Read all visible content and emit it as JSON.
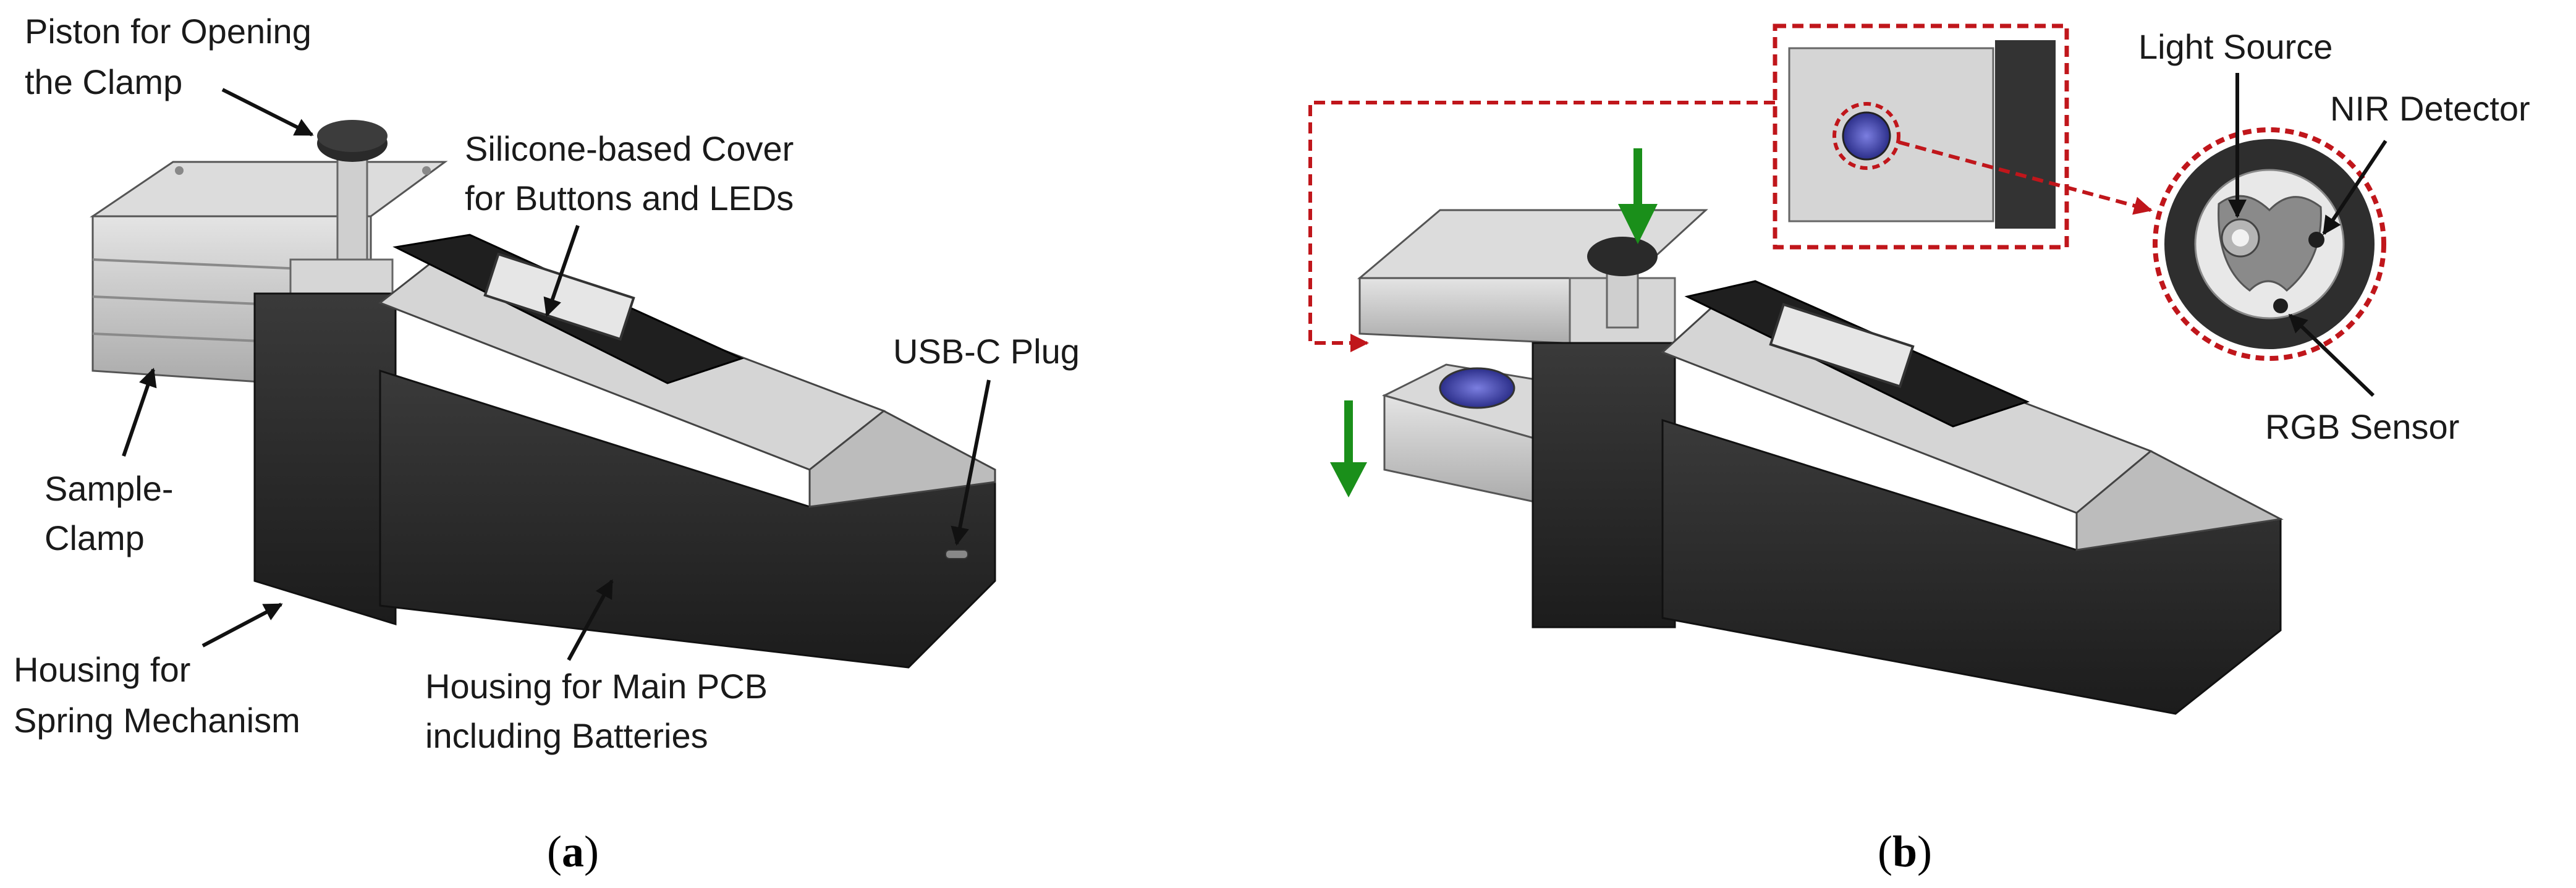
{
  "panel_a": {
    "labels": {
      "piston_line1": "Piston for Opening",
      "piston_line2": "the Clamp",
      "cover_line1": "Silicone-based Cover",
      "cover_line2": "for Buttons and LEDs",
      "usbc": "USB-C Plug",
      "clamp_line1": "Sample-",
      "clamp_line2": "Clamp",
      "spring_line1": "Housing for",
      "spring_line2": "Spring Mechanism",
      "pcb_line1": "Housing for Main PCB",
      "pcb_line2": "including Batteries"
    },
    "caption_open": "(",
    "caption_letter": "a",
    "caption_close": ")"
  },
  "panel_b": {
    "labels": {
      "light_source": "Light Source",
      "nir_detector": "NIR Detector",
      "rgb_sensor": "RGB Sensor"
    },
    "caption_open": "(",
    "caption_letter": "b",
    "caption_close": ")"
  },
  "colors": {
    "callout_dashed": "#c0161b",
    "motion_arrow": "#1a8f1a",
    "housing_dark": "#2b2b2b",
    "metal_light": "#c9c9c9"
  }
}
